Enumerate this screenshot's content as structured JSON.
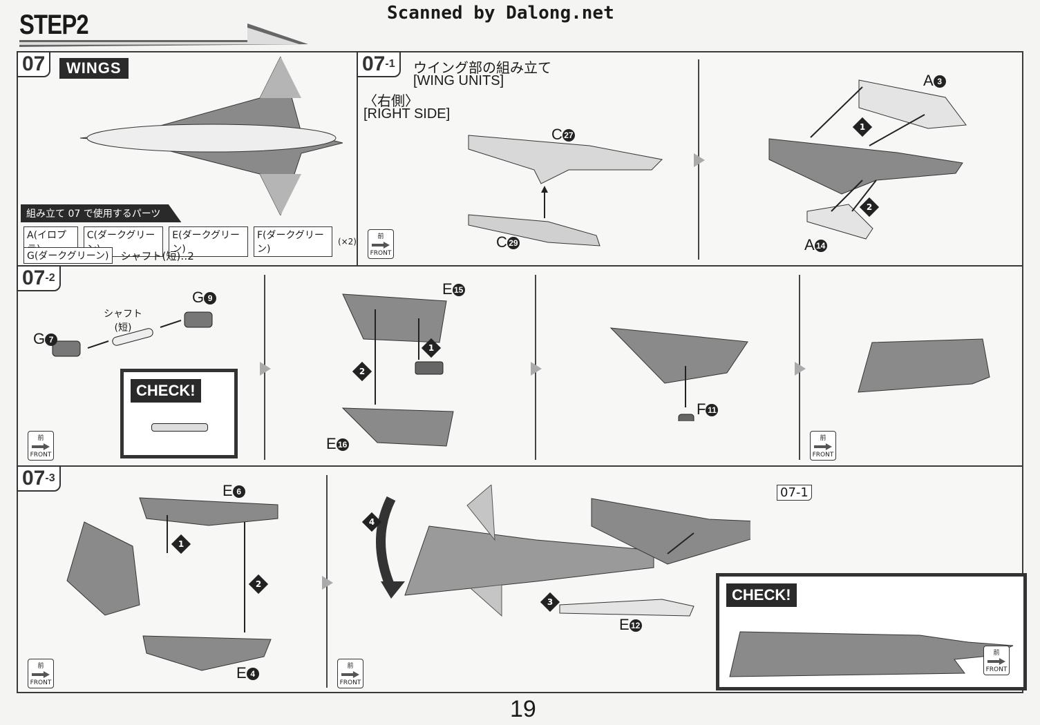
{
  "header": {
    "step": "STEP2",
    "scan_credit": "Scanned by Dalong.net"
  },
  "panel07": {
    "num": "07",
    "title": "WINGS",
    "parts_heading": "組み立て 07 で使用するパーツ",
    "parts": [
      "A(イロプラ)",
      "C(ダークグリーン)",
      "E(ダークグリーン)",
      "F(ダークグリーン)",
      "G(ダークグリーン)"
    ],
    "multiplier": "(×2)",
    "shaft": "シャフト(短)‥2"
  },
  "panel07_1": {
    "num": "07",
    "sub": "-1",
    "title_jp": "ウイング部の組み立て",
    "title_en": "[WING UNITS]",
    "side_jp": "〈右側〉",
    "side_en": "[RIGHT SIDE]",
    "labels": {
      "c27_letter": "C",
      "c27_num": "27",
      "c29_letter": "C",
      "c29_num": "29",
      "a3_letter": "A",
      "a3_num": "3",
      "a14_letter": "A",
      "a14_num": "14"
    },
    "steps": [
      "1",
      "2"
    ]
  },
  "panel07_2": {
    "num": "07",
    "sub": "-2",
    "shaft_label": "シャフト",
    "shaft_sub": "(短)",
    "labels": {
      "g7_l": "G",
      "g7_n": "7",
      "g9_l": "G",
      "g9_n": "9",
      "e15_l": "E",
      "e15_n": "15",
      "e16_l": "E",
      "e16_n": "16",
      "f11_l": "F",
      "f11_n": "11"
    },
    "check": "CHECK!",
    "steps": [
      "1",
      "2"
    ]
  },
  "panel07_3": {
    "num": "07",
    "sub": "-3",
    "ref": "07-1",
    "labels": {
      "e6_l": "E",
      "e6_n": "6",
      "e4_l": "E",
      "e4_n": "4",
      "e12_l": "E",
      "e12_n": "12"
    },
    "check": "CHECK!",
    "steps": [
      "1",
      "2",
      "3",
      "4"
    ]
  },
  "front_badge": {
    "kanji": "前",
    "text": "FRONT"
  },
  "page_number": "19",
  "colors": {
    "ink": "#1a1a1a",
    "paper": "#f4f4f2",
    "part_fill": "#9a9a9a",
    "light_part": "#d8d8d8"
  }
}
